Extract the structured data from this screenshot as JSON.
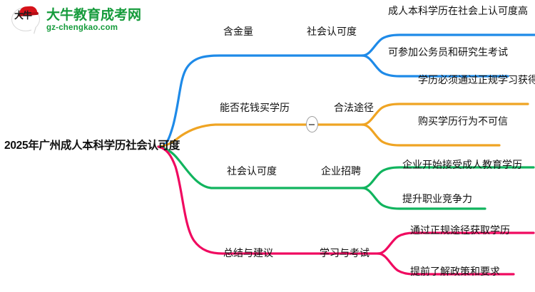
{
  "logo": {
    "mark_text": "大牛",
    "title": "大牛教育成考网",
    "subtitle": "gz-chengkao.com",
    "brand_color": "#159B3B",
    "cap_color": "#d6121a"
  },
  "mindmap": {
    "root": {
      "label": "2025年广州成人本科学历社会认可度"
    },
    "collapse_toggle": {
      "state": "expanded",
      "glyph": "minus"
    },
    "branches": [
      {
        "color": "#1E8AE8",
        "level1": "含金量",
        "level2": "社会认可度",
        "leaves": [
          "成人本科学历在社会上认可度高",
          "可参加公务员和研究生考试"
        ]
      },
      {
        "color": "#EFA423",
        "level1": "能否花钱买学历",
        "level2": "合法途径",
        "leaves": [
          "学历必须通过正规学习获得",
          "购买学历行为不可信"
        ]
      },
      {
        "color": "#11B45E",
        "level1": "社会认可度",
        "level2": "企业招聘",
        "leaves": [
          "企业开始接受成人教育学历",
          "提升职业竞争力"
        ]
      },
      {
        "color": "#F00A60",
        "level1": "总结与建议",
        "level2": "学习与考试",
        "leaves": [
          "通过正规途径获取学历",
          "提前了解政策和要求"
        ]
      }
    ]
  }
}
